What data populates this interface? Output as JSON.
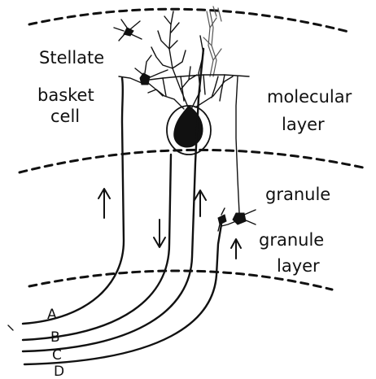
{
  "labels": {
    "stellate": "Stellate",
    "basket": "basket",
    "cell": "cell",
    "molecular": "molecular",
    "layer_molecular": "layer",
    "granule_cell": "granule",
    "granule_layer": "granule",
    "layer_granule": "layer"
  },
  "fibers": {
    "A": "A",
    "B": "B",
    "C": "C",
    "D": "D"
  },
  "colors": {
    "ink": "#111111",
    "background": "#ffffff"
  },
  "arrows": [
    {
      "direction": "up"
    },
    {
      "direction": "down"
    },
    {
      "direction": "up"
    },
    {
      "direction": "up"
    }
  ]
}
